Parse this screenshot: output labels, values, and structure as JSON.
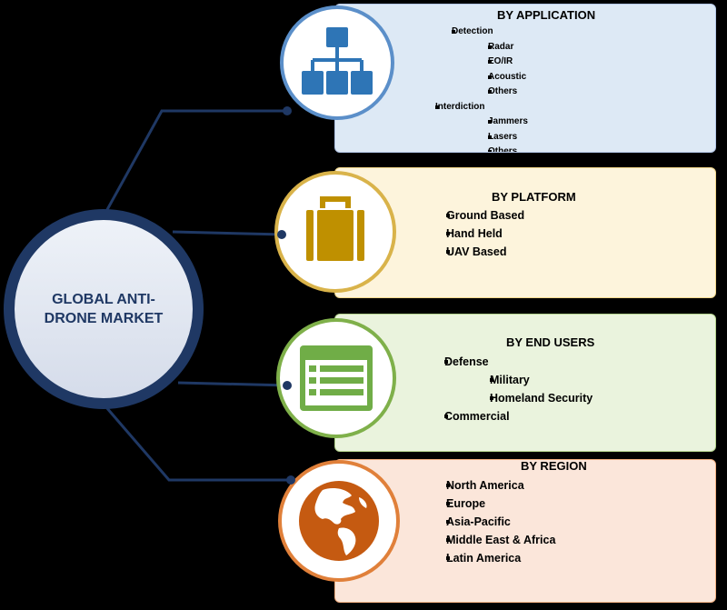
{
  "center": {
    "title": "GLOBAL ANTI-DRONE MARKET"
  },
  "colors": {
    "navy": "#1f3864",
    "application": "#dde9f5",
    "platform": "#fdf4dc",
    "end_users": "#eaf3dd",
    "region": "#fbe6da"
  },
  "segments": [
    {
      "title": "BY APPLICATION",
      "icon": "org-chart-icon",
      "items": [
        {
          "label": "Detection",
          "level": 1
        },
        {
          "label": "Radar",
          "level": 2
        },
        {
          "label": "EO/IR",
          "level": 2
        },
        {
          "label": "Acoustic",
          "level": 2
        },
        {
          "label": "Others",
          "level": 2
        },
        {
          "label": "Interdiction",
          "level": 1
        },
        {
          "label": "Jammers",
          "level": 2
        },
        {
          "label": "Lasers",
          "level": 2
        },
        {
          "label": "Others",
          "level": 2
        }
      ]
    },
    {
      "title": "BY PLATFORM",
      "icon": "briefcase-icon",
      "items": [
        {
          "label": "Ground Based",
          "level": 1
        },
        {
          "label": "Hand Held",
          "level": 1
        },
        {
          "label": "UAV Based",
          "level": 1
        }
      ]
    },
    {
      "title": "BY END USERS",
      "icon": "list-window-icon",
      "items": [
        {
          "label": "Defense",
          "level": 1
        },
        {
          "label": "Military",
          "level": 2
        },
        {
          "label": "Homeland Security",
          "level": 2
        },
        {
          "label": "Commercial",
          "level": 1
        }
      ]
    },
    {
      "title": "BY REGION",
      "icon": "globe-icon",
      "items": [
        {
          "label": "North America",
          "level": 1
        },
        {
          "label": "Europe",
          "level": 1
        },
        {
          "label": "Asia-Pacific",
          "level": 1
        },
        {
          "label": "Middle East & Africa",
          "level": 1
        },
        {
          "label": "Latin America",
          "level": 1
        }
      ]
    }
  ]
}
